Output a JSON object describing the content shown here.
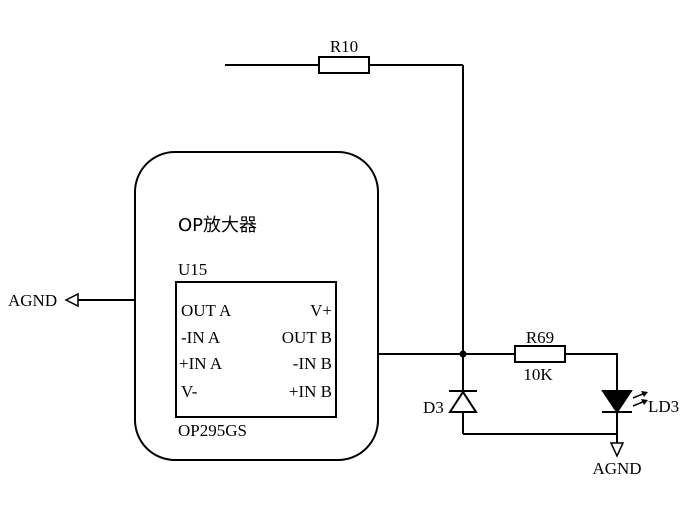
{
  "components": {
    "r10": {
      "ref": "R10"
    },
    "r69": {
      "ref": "R69",
      "value": "10K"
    },
    "d3": {
      "ref": "D3"
    },
    "ld3": {
      "ref": "LD3"
    },
    "u15": {
      "module_title": "OP放大器",
      "ref": "U15",
      "part": "OP295GS",
      "pins_left": [
        "OUT A",
        "-IN A",
        "+IN A",
        "V-"
      ],
      "pins_right": [
        "V+",
        "OUT B",
        "-IN B",
        "+IN B"
      ]
    }
  },
  "grounds": {
    "left": "AGND",
    "bottom": "AGND"
  }
}
